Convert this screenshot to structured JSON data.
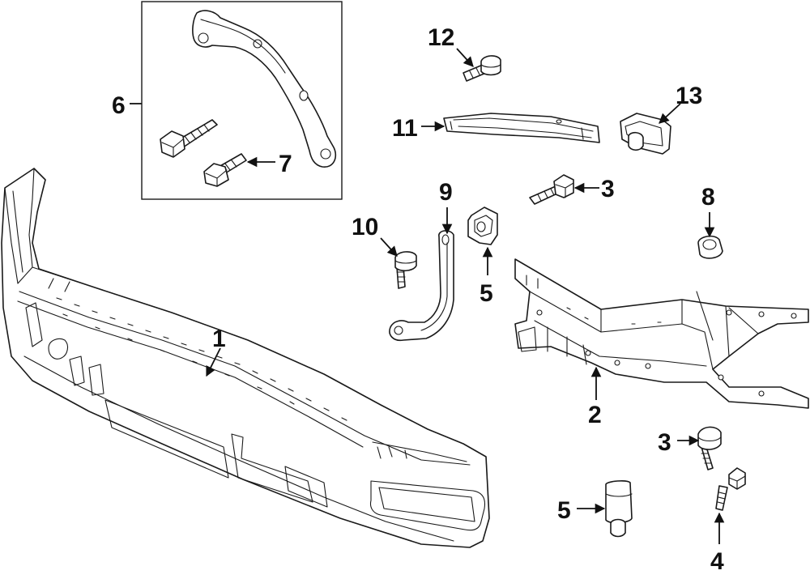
{
  "diagram": {
    "callouts": [
      {
        "id": "c1",
        "label": "1"
      },
      {
        "id": "c2",
        "label": "2"
      },
      {
        "id": "c3a",
        "label": "3"
      },
      {
        "id": "c3b",
        "label": "3"
      },
      {
        "id": "c4",
        "label": "4"
      },
      {
        "id": "c5a",
        "label": "5"
      },
      {
        "id": "c5b",
        "label": "5"
      },
      {
        "id": "c6",
        "label": "6"
      },
      {
        "id": "c7",
        "label": "7"
      },
      {
        "id": "c8",
        "label": "8"
      },
      {
        "id": "c9",
        "label": "9"
      },
      {
        "id": "c10",
        "label": "10"
      },
      {
        "id": "c11",
        "label": "11"
      },
      {
        "id": "c12",
        "label": "12"
      },
      {
        "id": "c13",
        "label": "13"
      }
    ],
    "colors": {
      "line": "#1a1a1a",
      "background": "#ffffff"
    }
  }
}
